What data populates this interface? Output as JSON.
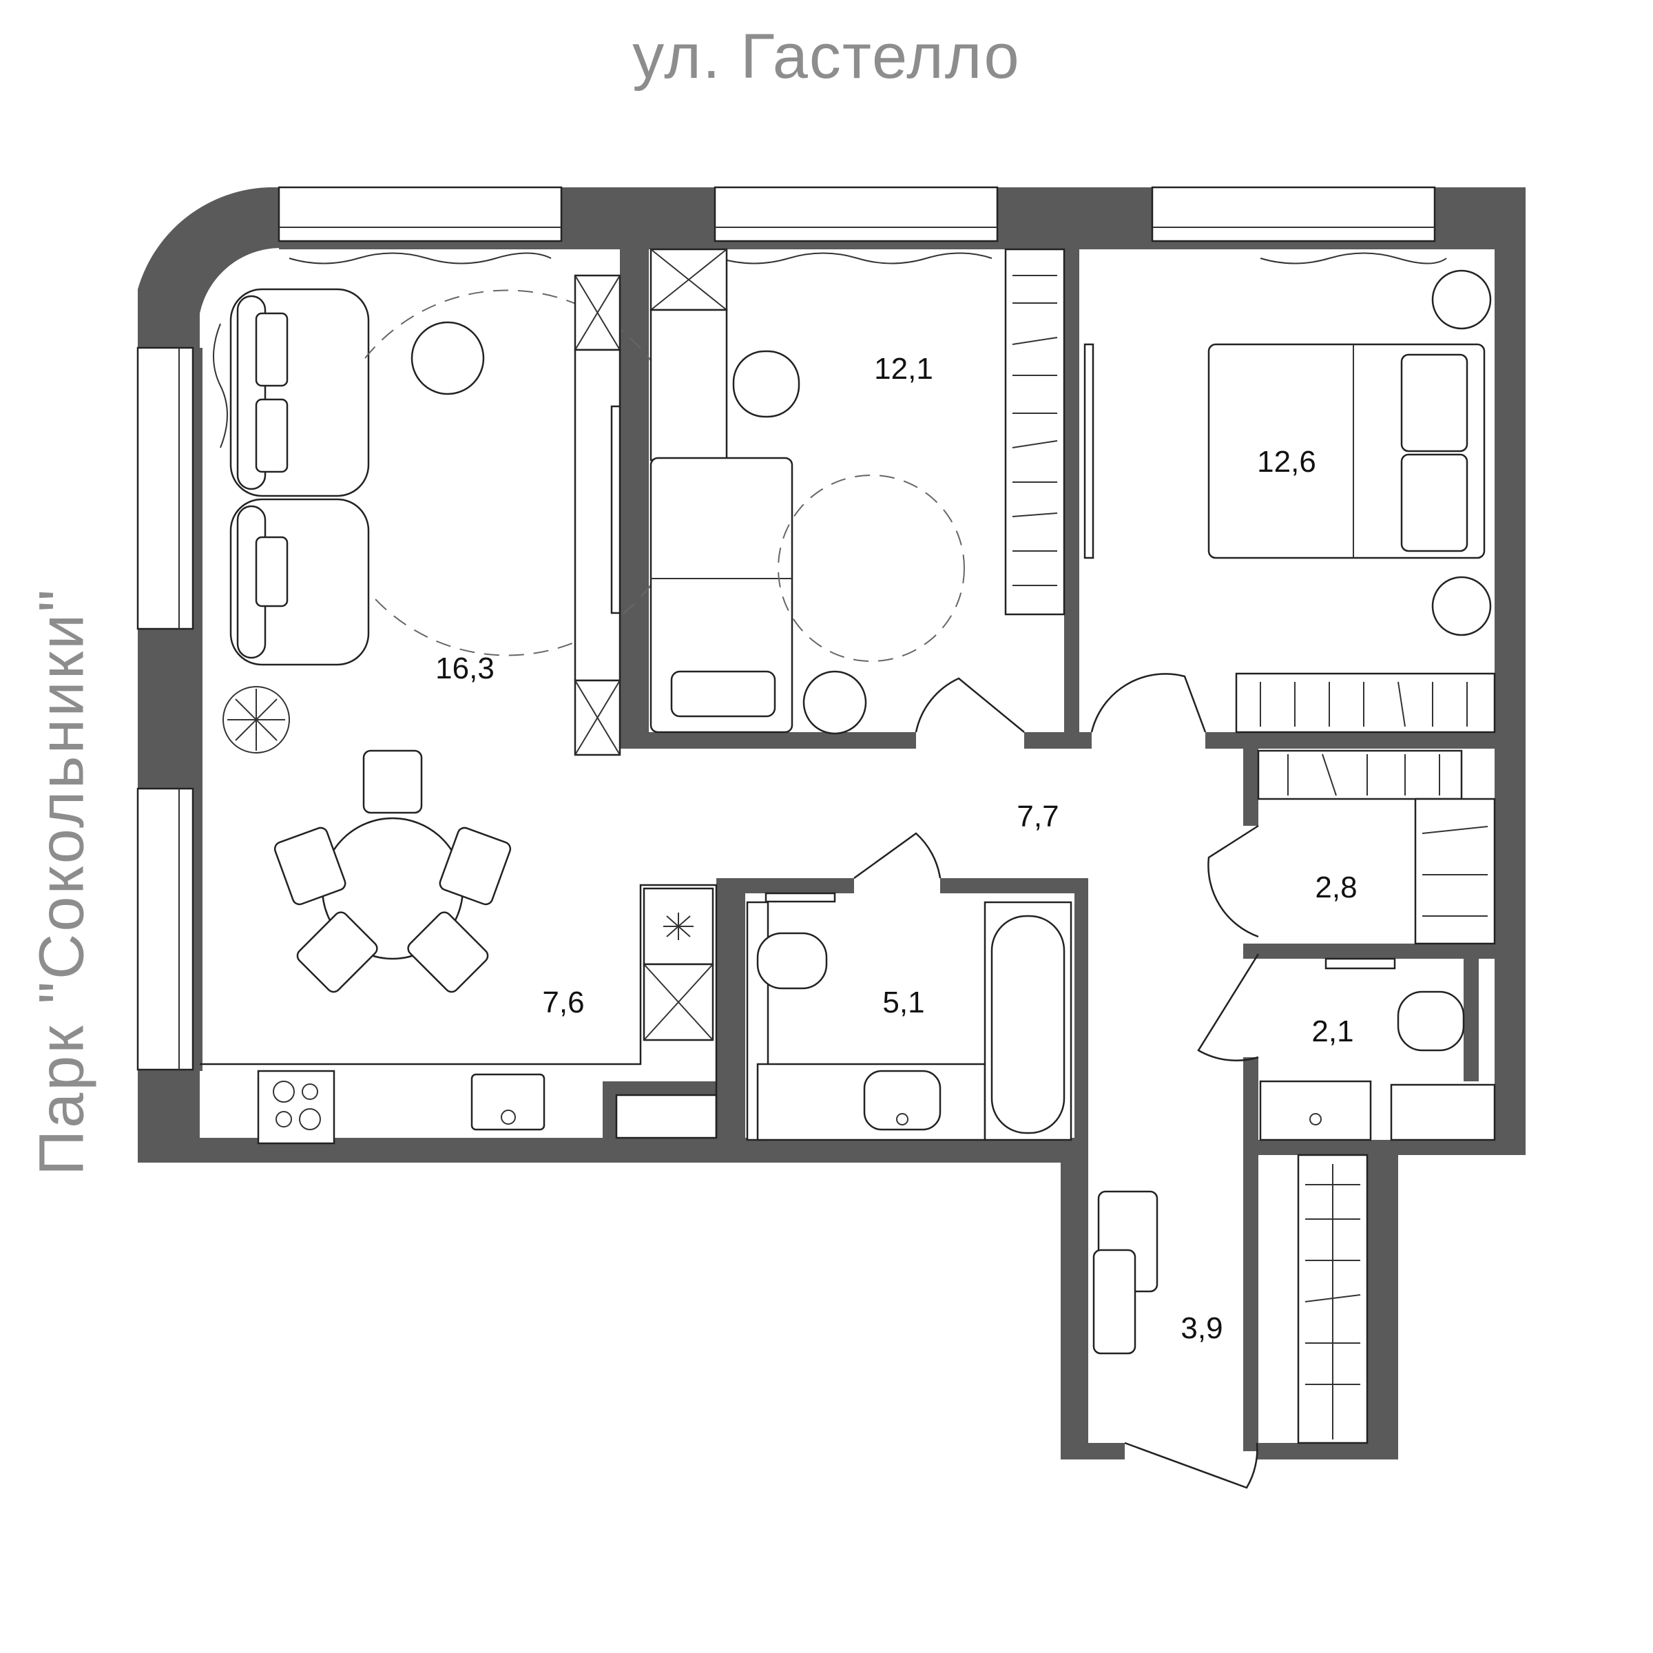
{
  "labels": {
    "street": "ул. Гастелло",
    "park": "Парк \"Сокольники\""
  },
  "rooms": {
    "living_room": "16,3",
    "bedroom_small": "12,1",
    "bedroom_master": "12,6",
    "hallway": "7,7",
    "kitchen": "7,6",
    "bathroom": "5,1",
    "wardrobe": "2,8",
    "toilet": "2,1",
    "entrance": "3,9"
  },
  "colors": {
    "wall": "#5a5a5a",
    "line": "#222222",
    "label_gray": "#8d8d8d"
  }
}
